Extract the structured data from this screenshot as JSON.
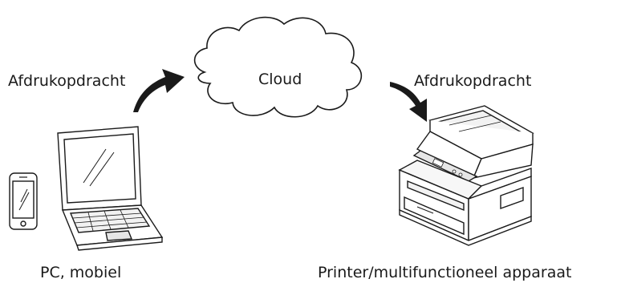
{
  "labels": {
    "print_job_left": "Afdrukopdracht",
    "print_job_right": "Afdrukopdracht",
    "cloud": "Cloud",
    "pc_mobile": "PC, mobiel",
    "printer": "Printer/multifunctioneel apparaat"
  },
  "icons": {
    "cloud": "cloud-icon",
    "laptop": "laptop-icon",
    "phone": "smartphone-icon",
    "printer": "printer-icon",
    "arrow_up": "curved-arrow-up-icon",
    "arrow_down": "curved-arrow-down-icon"
  },
  "colors": {
    "stroke": "#1a1a1a",
    "arrow": "#1a1a1a",
    "background": "#ffffff"
  }
}
